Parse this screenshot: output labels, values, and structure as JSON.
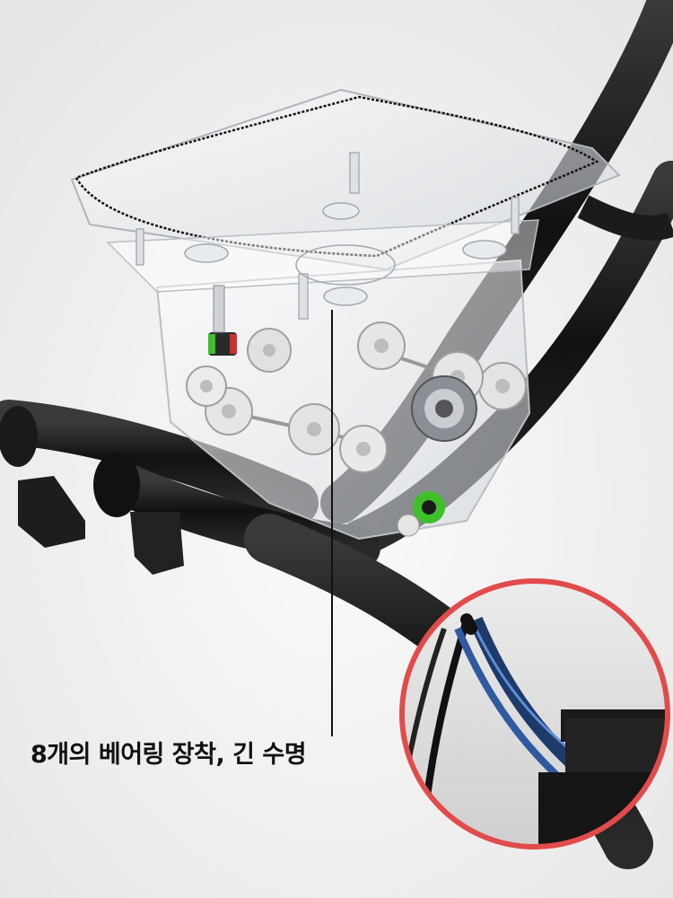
{
  "caption": {
    "text": "8개의 베어링 장착, 긴 수명"
  },
  "colors": {
    "background": "#f2f2f2",
    "tube": "#161616",
    "housing": "#d9dde2",
    "bearing": "#e6e6e6",
    "inset_ring": "#e24b4b",
    "accent_green": "#3fbf2a",
    "accent_red": "#c8322e"
  },
  "icons": {
    "callout": "callout-leader-line",
    "inset": "detail-magnifier-circle"
  }
}
